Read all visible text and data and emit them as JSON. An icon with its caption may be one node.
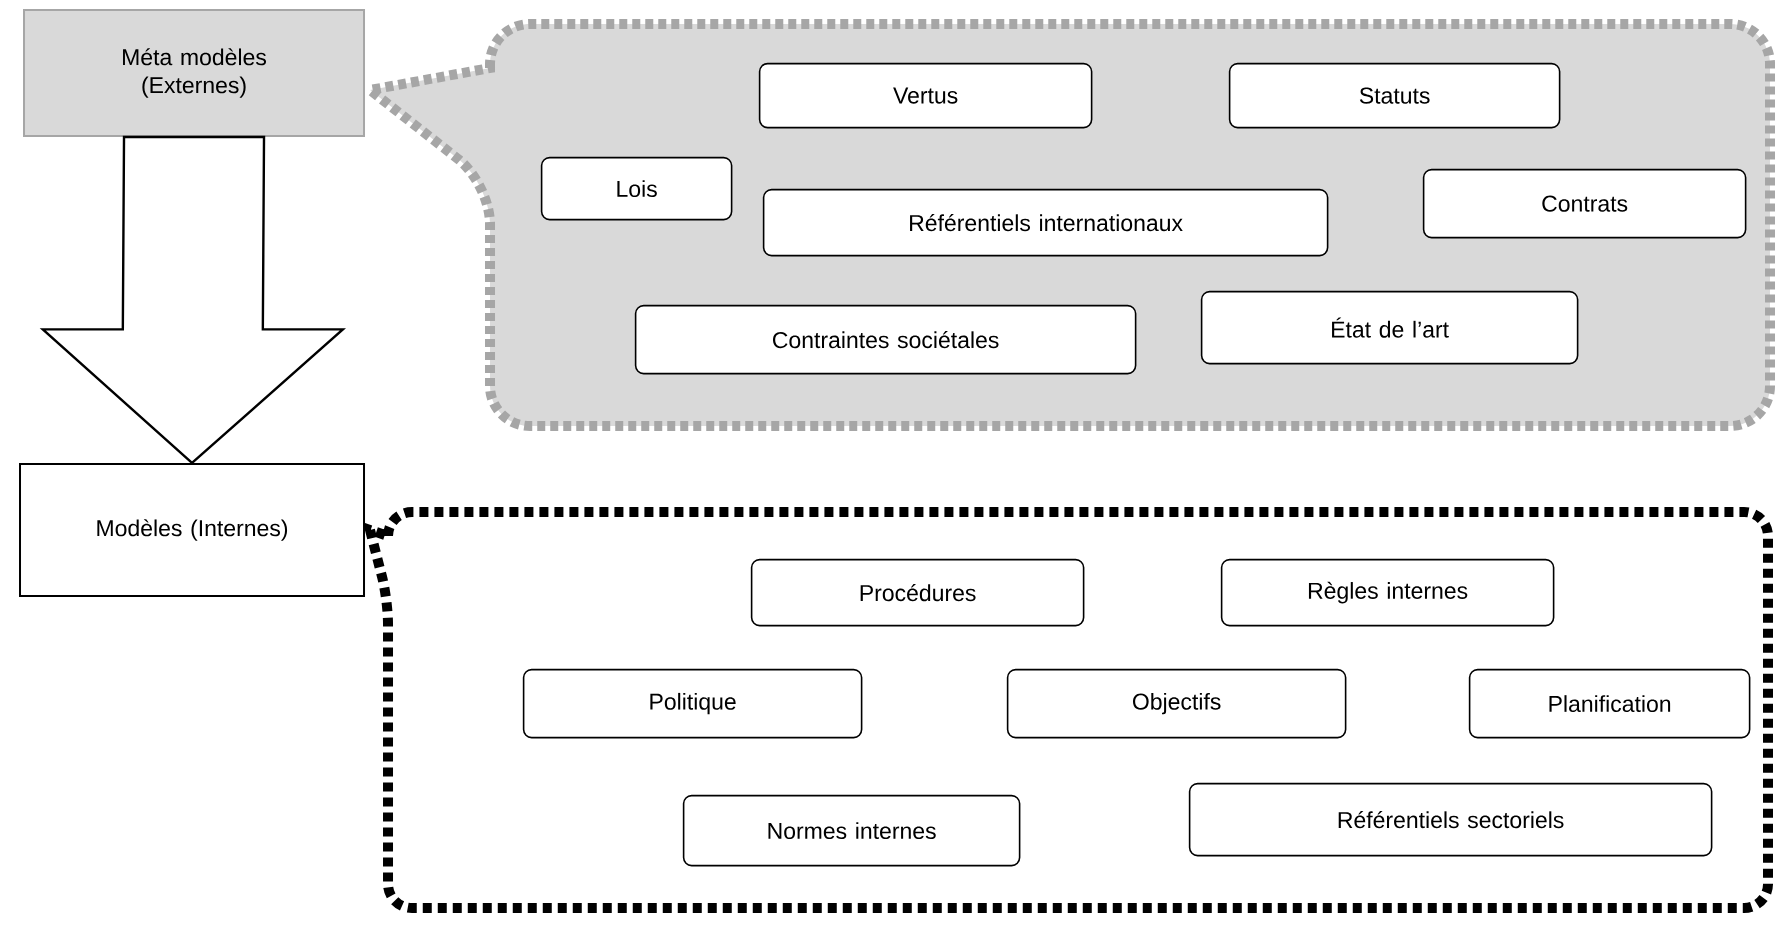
{
  "diagram": {
    "nodes": [
      {
        "text": [
          "Méta modèles (Externes)"
        ]
      },
      {
        "text": [],
        "shape": "bubble"
      },
      {
        "text": [
          "Vertus"
        ],
        "in": 1
      },
      {
        "text": [
          "Statuts"
        ],
        "in": 1
      },
      {
        "text": [
          "Lois"
        ],
        "in": 1
      },
      {
        "text": [
          "Référentiels internationaux"
        ],
        "in": 1
      },
      {
        "text": [
          "Contrats"
        ],
        "in": 1
      },
      {
        "text": [
          "Contraintes sociétales"
        ],
        "in": 1
      },
      {
        "text": [
          "État de l’art"
        ],
        "in": 1
      },
      {
        "text": [
          "Modèles (Internes)"
        ]
      },
      {
        "text": [],
        "shape": "bubble"
      },
      {
        "text": [
          "Procédures"
        ],
        "in": 10
      },
      {
        "text": [
          "Règles internes"
        ],
        "in": 10
      },
      {
        "text": [
          "Politique"
        ],
        "in": 10
      },
      {
        "text": [
          "Objectifs"
        ],
        "in": 10
      },
      {
        "text": [
          "Planification"
        ],
        "in": 10
      },
      {
        "text": [
          "Normes internes"
        ],
        "in": 10
      },
      {
        "text": [
          "Référentiels sectoriels"
        ],
        "in": 10
      }
    ],
    "edges": [
      {
        "from": 0,
        "to": 9,
        "arrow": "to",
        "style": "thick"
      }
    ]
  }
}
